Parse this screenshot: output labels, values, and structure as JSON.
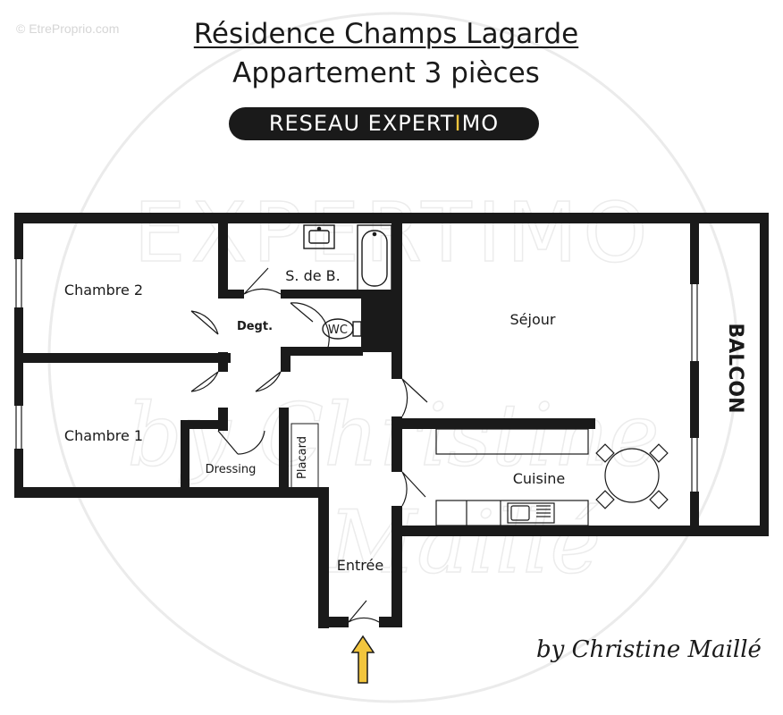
{
  "watermark_source": "© EtreProprio.com",
  "header": {
    "title": "Résidence Champs Lagarde",
    "subtitle": "Appartement 3 pièces",
    "badge_prefix": "RESEAU EXPERT",
    "badge_highlight": "I",
    "badge_suffix": "MO"
  },
  "watermark": {
    "large_text": "EXPERTIMO",
    "script_text": "by Christine Maillé"
  },
  "rooms": {
    "chambre2": "Chambre 2",
    "chambre1": "Chambre 1",
    "sdb": "S. de B.",
    "degt": "Degt.",
    "wc": "WC",
    "sejour": "Séjour",
    "balcon": "BALCON",
    "cuisine": "Cuisine",
    "dressing": "Dressing",
    "placard": "Placard",
    "entree": "Entrée"
  },
  "signature": "by Christine Maillé",
  "colors": {
    "wall": "#1a1a1a",
    "arrow": "#f2c53d",
    "accent": "#f2c53d",
    "watermark": "#e6e6e6"
  }
}
